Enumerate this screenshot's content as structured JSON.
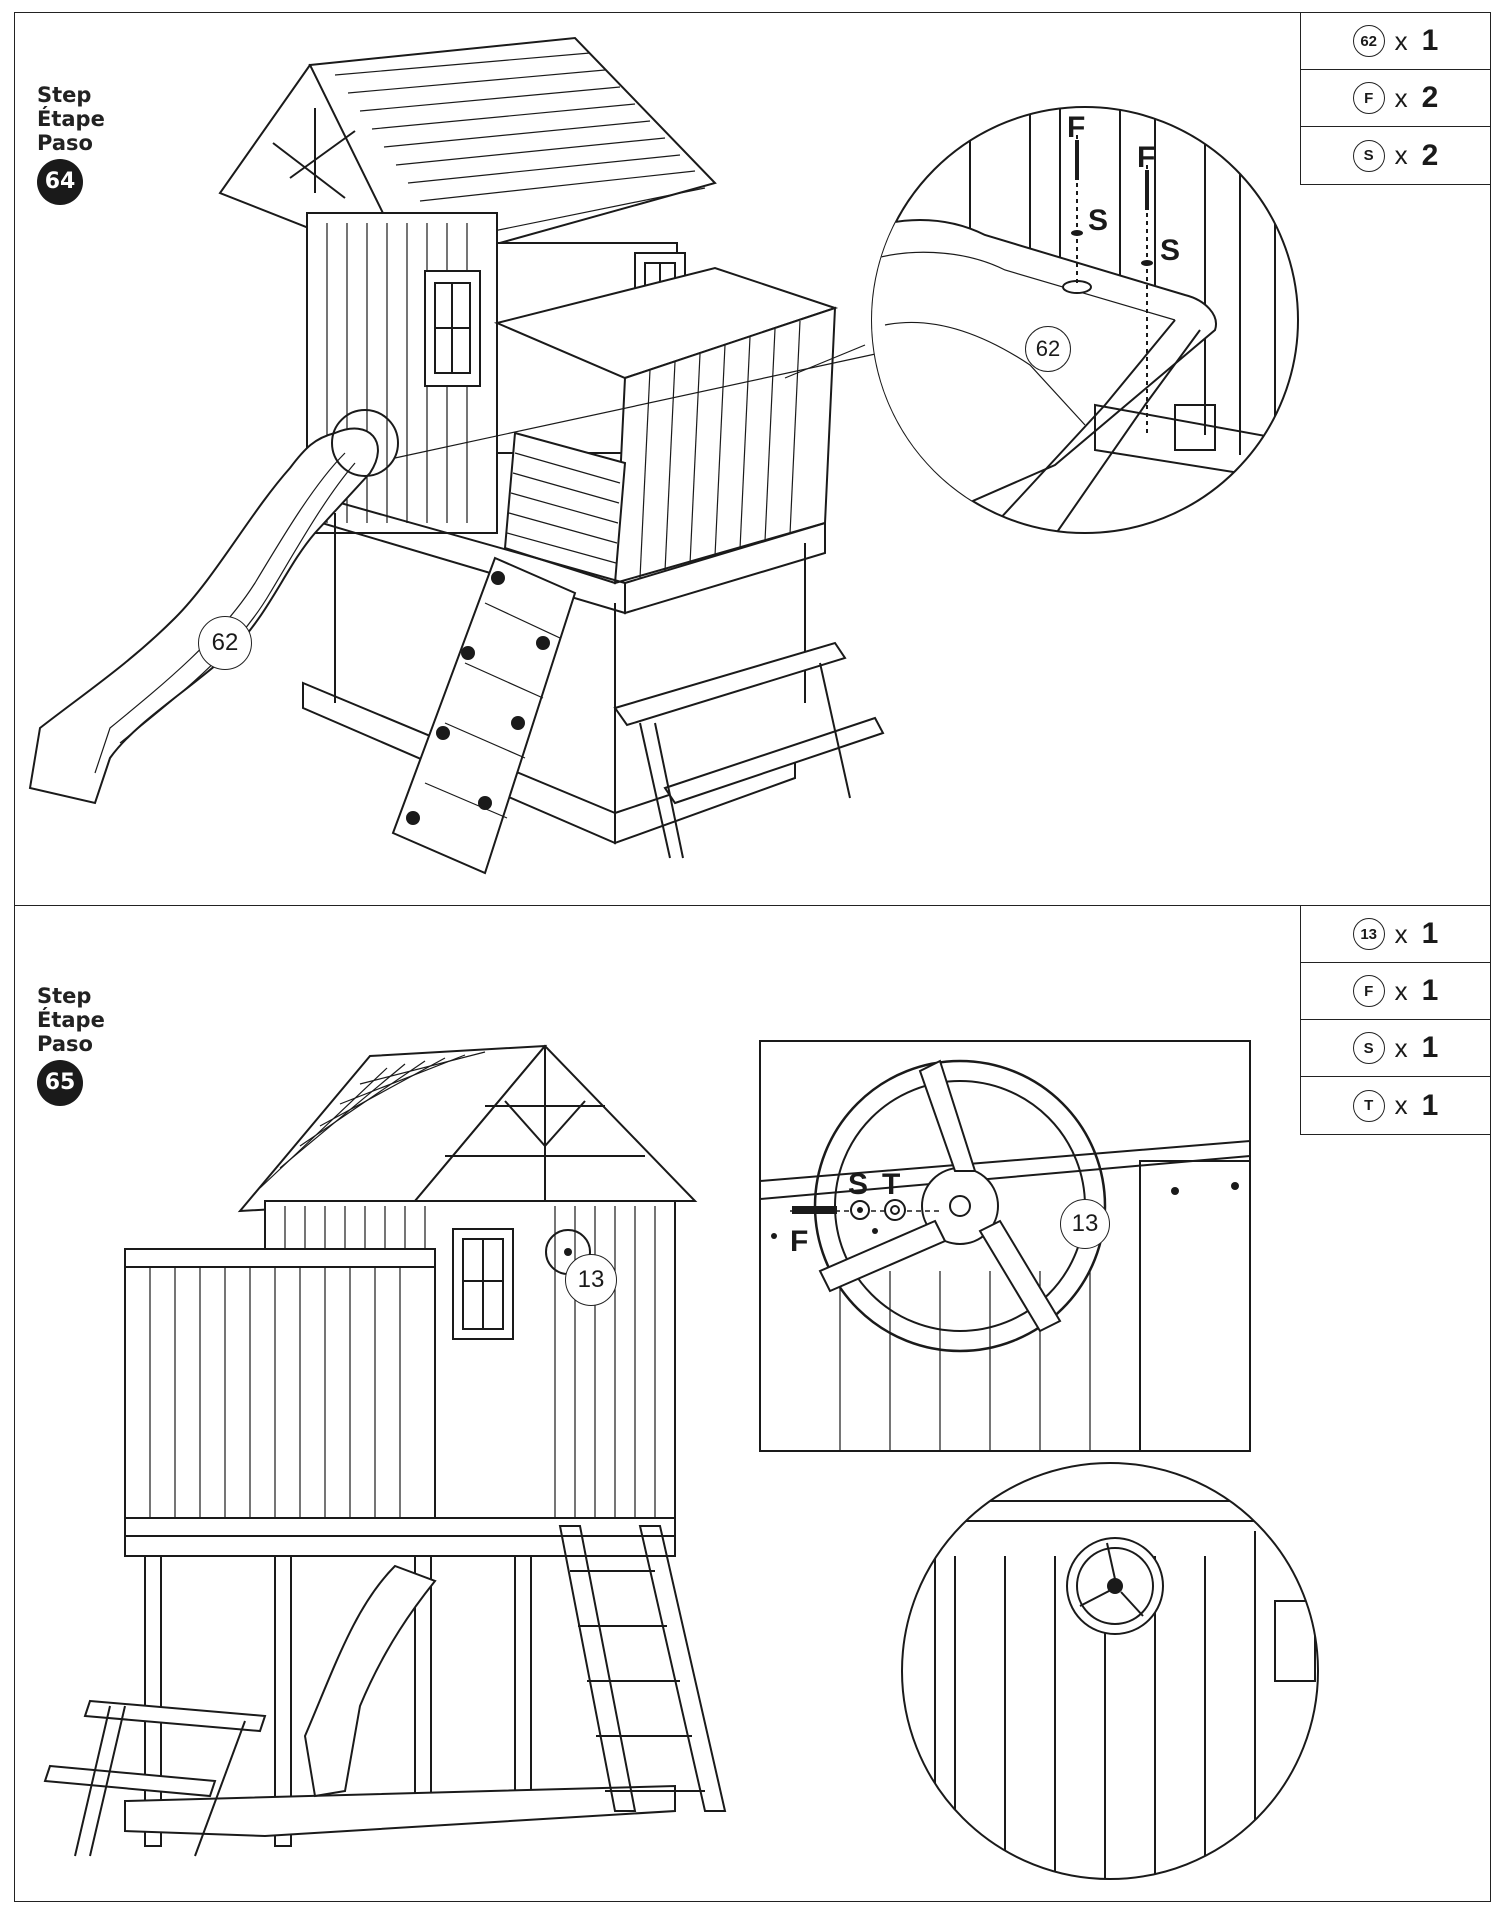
{
  "step64": {
    "label_en": "Step",
    "label_fr": "Étape",
    "label_es": "Paso",
    "number": "64",
    "parts": [
      {
        "part": "62",
        "times": "x",
        "qty": "1"
      },
      {
        "part": "F",
        "times": "x",
        "qty": "2"
      },
      {
        "part": "S",
        "times": "x",
        "qty": "2"
      }
    ],
    "callout_slide": "62",
    "detail_label": "62",
    "detail_letters": [
      "F",
      "S",
      "F",
      "S"
    ]
  },
  "step65": {
    "label_en": "Step",
    "label_fr": "Étape",
    "label_es": "Paso",
    "number": "65",
    "parts": [
      {
        "part": "13",
        "times": "x",
        "qty": "1"
      },
      {
        "part": "F",
        "times": "x",
        "qty": "1"
      },
      {
        "part": "S",
        "times": "x",
        "qty": "1"
      },
      {
        "part": "T",
        "times": "x",
        "qty": "1"
      }
    ],
    "callout_wheel": "13",
    "detail_label": "13",
    "detail_letters": [
      "S",
      "T",
      "F"
    ]
  }
}
